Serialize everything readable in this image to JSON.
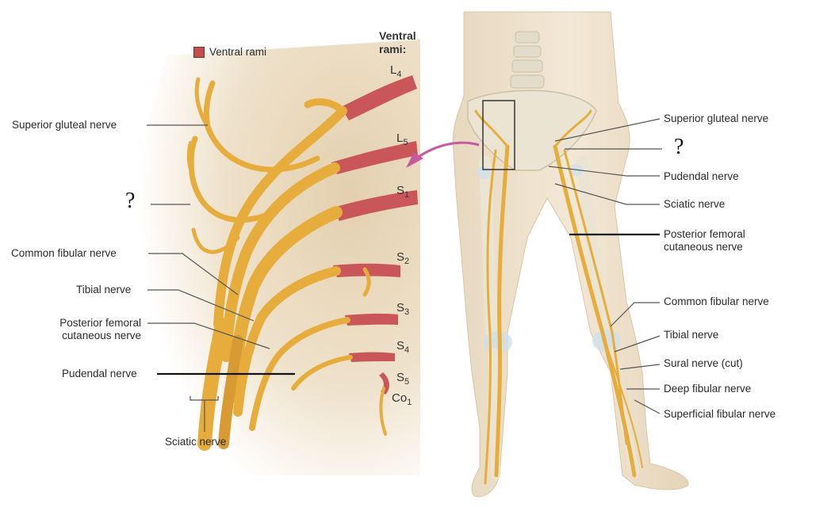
{
  "legend": {
    "label": "Ventral rami",
    "color": "#c0504d"
  },
  "ventral_rami_header": {
    "line1": "Ventral",
    "line2": "rami:"
  },
  "roots": [
    {
      "letter": "L",
      "num": "4"
    },
    {
      "letter": "L",
      "num": "5"
    },
    {
      "letter": "S",
      "num": "1"
    },
    {
      "letter": "S",
      "num": "2"
    },
    {
      "letter": "S",
      "num": "3"
    },
    {
      "letter": "S",
      "num": "4"
    },
    {
      "letter": "S",
      "num": "5"
    },
    {
      "letter": "Co",
      "num": "1"
    }
  ],
  "left_labels": {
    "superior_gluteal": "Superior gluteal nerve",
    "question": "?",
    "common_fibular": "Common fibular nerve",
    "tibial": "Tibial nerve",
    "post_fem_1": "Posterior femoral",
    "post_fem_2": "cutaneous nerve",
    "pudendal": "Pudendal nerve",
    "sciatic": "Sciatic nerve"
  },
  "right_labels": {
    "superior_gluteal": "Superior gluteal nerve",
    "question": "?",
    "pudendal": "Pudendal nerve",
    "sciatic": "Sciatic nerve",
    "post_fem_1": "Posterior femoral",
    "post_fem_2": "cutaneous nerve",
    "common_fibular": "Common fibular nerve",
    "tibial": "Tibial nerve",
    "sural": "Sural nerve (cut)",
    "deep_fibular": "Deep fibular nerve",
    "superficial_fibular": "Superficial fibular nerve"
  },
  "colors": {
    "nerve": "#e6ad3c",
    "nerve_dark": "#c9892a",
    "ramus": "#c9575a",
    "skin": "#efe1cc",
    "bone": "#e9e4d6"
  }
}
